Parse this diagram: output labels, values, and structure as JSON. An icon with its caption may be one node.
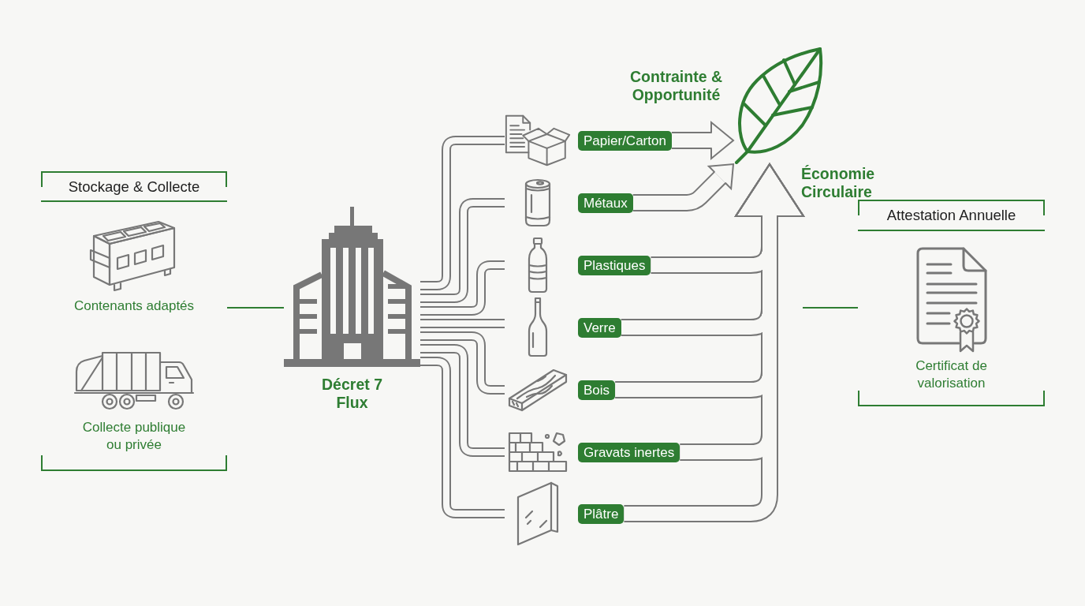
{
  "diagram": {
    "nodes": [
      {
        "text": [
          "Stockage & Collecte",
          "Contenants adaptés",
          "Collecte publique ou privée"
        ]
      },
      {
        "text": [
          "Décret 7 Flux"
        ]
      },
      {
        "text": [
          "Papier/Carton"
        ]
      },
      {
        "text": [
          "Métaux"
        ]
      },
      {
        "text": [
          "Plastiques"
        ]
      },
      {
        "text": [
          "Verre"
        ]
      },
      {
        "text": [
          "Bois"
        ]
      },
      {
        "text": [
          "Gravats inertes"
        ]
      },
      {
        "text": [
          "Plâtre"
        ]
      },
      {
        "text": [],
        "shape": "picture",
        "beside": [
          "Contrainte & Opportunité",
          "Économie Circulaire"
        ]
      },
      {
        "text": [
          "Attestation Annuelle",
          "Certificat de valorisation"
        ]
      }
    ],
    "edges": [
      {
        "from": 0,
        "to": 1,
        "arrow": "none",
        "color": "#2e7d32"
      },
      {
        "from": 1,
        "to": 2,
        "arrow": "none"
      },
      {
        "from": 1,
        "to": 3,
        "arrow": "none"
      },
      {
        "from": 1,
        "to": 4,
        "arrow": "none"
      },
      {
        "from": 1,
        "to": 5,
        "arrow": "none"
      },
      {
        "from": 1,
        "to": 6,
        "arrow": "none"
      },
      {
        "from": 1,
        "to": 7,
        "arrow": "none"
      },
      {
        "from": 1,
        "to": 8,
        "arrow": "none"
      },
      {
        "from": 2,
        "to": 9,
        "arrow": "to",
        "style": "thick"
      },
      {
        "from": 3,
        "to": 9,
        "arrow": "to",
        "style": "thick"
      },
      {
        "from": 4,
        "to": 9,
        "arrow": "to",
        "style": "thick"
      },
      {
        "from": 5,
        "to": 9,
        "arrow": "to",
        "style": "thick"
      },
      {
        "from": 6,
        "to": 9,
        "arrow": "to",
        "style": "thick"
      },
      {
        "from": 7,
        "to": 9,
        "arrow": "to",
        "style": "thick"
      },
      {
        "from": 8,
        "to": 9,
        "arrow": "to",
        "style": "thick"
      },
      {
        "from": null,
        "to": 10,
        "arrow": "none",
        "color": "#2e7d32"
      }
    ]
  }
}
